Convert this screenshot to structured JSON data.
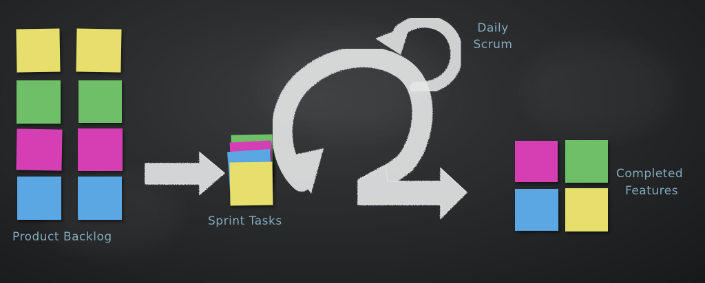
{
  "labels": {
    "product_backlog": "Product Backlog",
    "sprint_tasks": "Sprint Tasks",
    "daily_scrum_line1": "Daily",
    "daily_scrum_line2": "Scrum",
    "completed_line1": "Completed",
    "completed_line2": "Features"
  },
  "colors": {
    "yellow": "#e6df6c",
    "green": "#6fbf68",
    "magenta": "#d63fb4",
    "blue": "#5aa7e3",
    "chalk": "#e9eaea",
    "label": "#8fb8cf"
  },
  "backlog_notes": [
    "yellow",
    "yellow",
    "green",
    "green",
    "magenta",
    "magenta",
    "blue",
    "blue"
  ],
  "sprint_notes": [
    "green",
    "magenta",
    "blue",
    "yellow"
  ],
  "completed_notes": [
    "magenta",
    "green",
    "blue",
    "yellow"
  ]
}
